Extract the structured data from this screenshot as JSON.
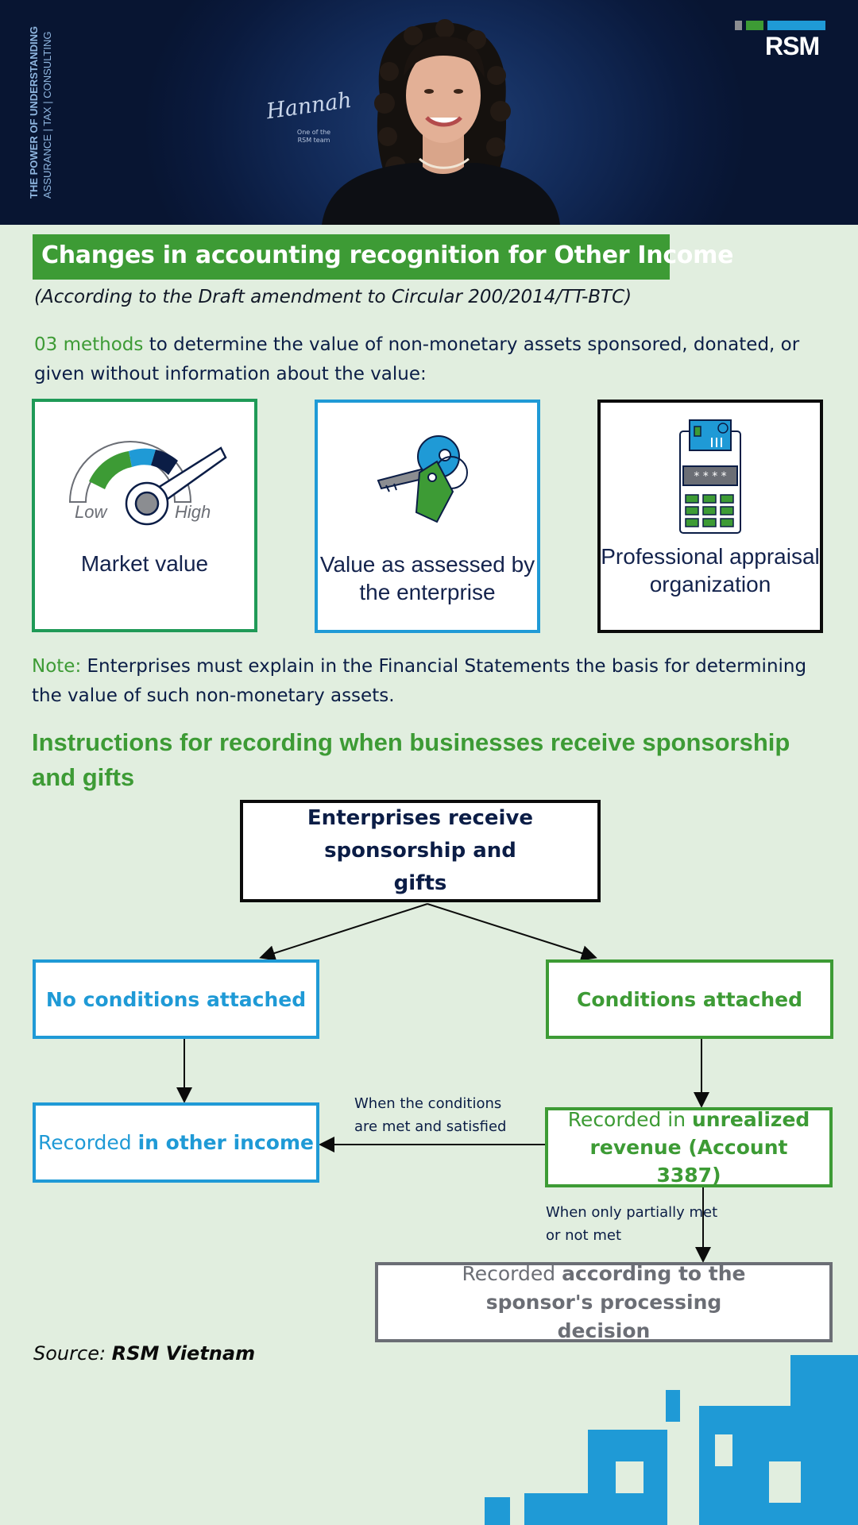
{
  "header": {
    "tagline_line1": "THE POWER OF UNDERSTANDING",
    "tagline_line2": "ASSURANCE | TAX | CONSULTING",
    "signature": "Hannah",
    "signature_caption": "One of the RSM team",
    "logo_text": "RSM"
  },
  "title": "Changes in accounting recognition for Other Income",
  "subtitle": "(According to the Draft amendment to Circular 200/2014/TT-BTC)",
  "intro": {
    "highlight": "03 methods",
    "text": " to determine the value of non-monetary assets sponsored, donated, or given without information about the value:"
  },
  "methods": [
    {
      "label": "Market value",
      "icon": "gauge-icon",
      "gauge_low": "Low",
      "gauge_high": "High"
    },
    {
      "label": "Value as assessed by the enterprise",
      "icon": "keys-with-tag-icon"
    },
    {
      "label": "Professional appraisal organization",
      "icon": "calculator-card-icon"
    }
  ],
  "note": {
    "prefix": "Note:",
    "text": " Enterprises must explain in the Financial Statements the basis for determining the value of such non-monetary assets."
  },
  "section_heading": "Instructions for recording when businesses receive sponsorship and gifts",
  "flow": {
    "root": "Enterprises receive sponsorship and gifts",
    "no_conditions": "No conditions attached",
    "conditions": "Conditions attached",
    "other_income_prefix": "Recorded ",
    "other_income_bold": "in other income",
    "unrealized_prefix": "Recorded in ",
    "unrealized_bold": "unrealized revenue (Account 3387)",
    "met_label": "When the conditions are met and satisfied",
    "partial_label": "When only partially met or not met",
    "sponsor_prefix": "Recorded ",
    "sponsor_bold": "according to the sponsor's processing decision"
  },
  "source": {
    "prefix": "Source: ",
    "name": "RSM Vietnam"
  },
  "colors": {
    "background": "#e1eedf",
    "navy": "#0b1d46",
    "green": "#3d9b35",
    "blue": "#1f9ad6",
    "gray": "#6b6e75"
  }
}
